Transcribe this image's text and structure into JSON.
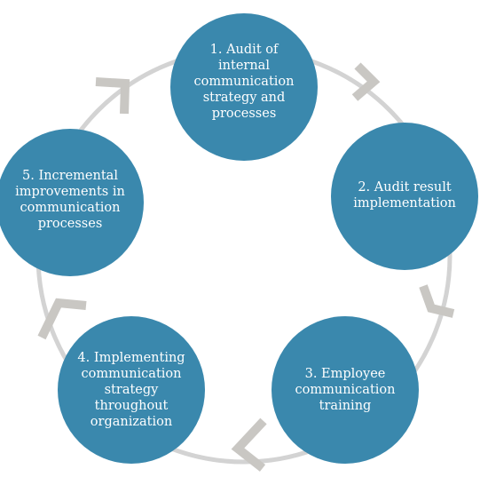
{
  "colors": {
    "node_fill": "#3a88ad",
    "node_text": "#ffffff",
    "ring": "#d3d3d3",
    "arrow": "#c9c7c3"
  },
  "cycle": {
    "steps": [
      {
        "label": "1. Audit of internal communication strategy and processes"
      },
      {
        "label": "2. Audit result implementation"
      },
      {
        "label": "3. Employee communication training"
      },
      {
        "label": "4. Implementing communication strategy throughout organization"
      },
      {
        "label": "5.  Incremental improvements in communication processes"
      }
    ],
    "arrow_direction": "clockwise"
  }
}
